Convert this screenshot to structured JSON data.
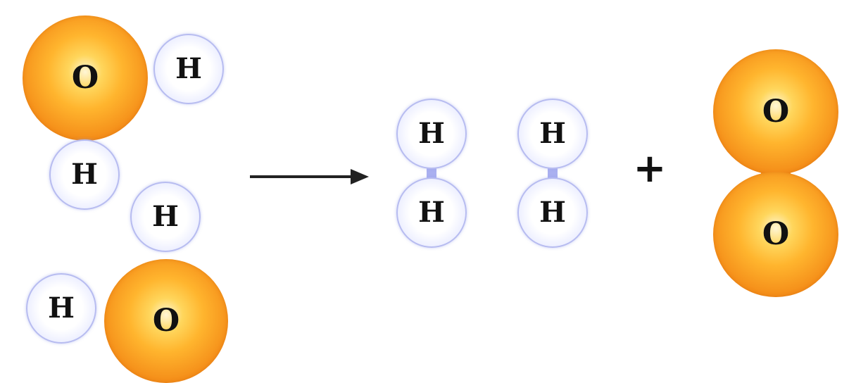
{
  "reaction": {
    "reactants": {
      "molecule_1": {
        "oxygen": "O",
        "hydrogen_a": "H",
        "hydrogen_b": "H"
      },
      "molecule_2": {
        "oxygen": "O",
        "hydrogen_a": "H",
        "hydrogen_b": "H"
      }
    },
    "arrow": "→",
    "products": {
      "hydrogen_1": {
        "top": "H",
        "bottom": "H"
      },
      "hydrogen_2": {
        "top": "H",
        "bottom": "H"
      },
      "plus_sign": "+",
      "oxygen": {
        "top": "O",
        "bottom": "O"
      }
    }
  },
  "colors": {
    "oxygen": "#f5901a",
    "hydrogen_outline": "#b7bcf0",
    "text": "#111111",
    "arrow": "#222222"
  }
}
